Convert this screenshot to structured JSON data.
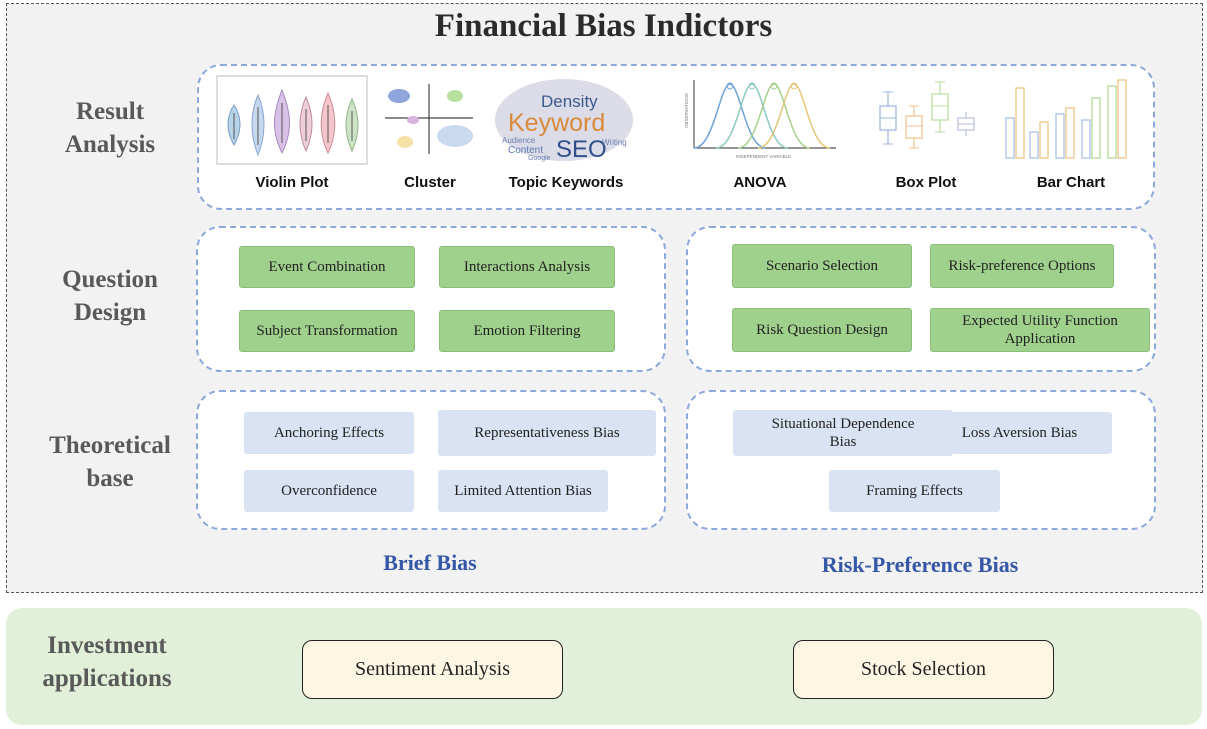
{
  "title": "Financial Bias Indictors",
  "rows": {
    "result": [
      "Result",
      "Analysis"
    ],
    "question": [
      "Question",
      "Design"
    ],
    "theory": [
      "Theoretical",
      "base"
    ]
  },
  "result_items": {
    "violin": "Violin Plot",
    "cluster": "Cluster",
    "keywords": "Topic Keywords",
    "anova": "ANOVA",
    "box": "Box Plot",
    "bar": "Bar Chart"
  },
  "wordcloud": {
    "density": "Density",
    "keyword": "Keyword",
    "seo": "SEO",
    "audience": "Audience",
    "content": "Content",
    "google": "Google",
    "writing": "Writing"
  },
  "anova_axes": {
    "x": "INDEPENDENT VARIABLE",
    "y": "OBSERVATIONS"
  },
  "question_left": [
    "Event Combination",
    "Interactions Analysis",
    "Subject Transformation",
    "Emotion Filtering"
  ],
  "question_right": [
    "Scenario Selection",
    "Risk-preference Options",
    "Risk Question Design",
    "Expected Utility Function Application"
  ],
  "theory_left": [
    "Anchoring Effects",
    "Representativeness Bias",
    "Overconfidence",
    "Limited Attention Bias"
  ],
  "theory_right": [
    "Situational Dependence Bias",
    "Loss Aversion Bias",
    "Framing Effects"
  ],
  "bias_labels": {
    "brief": "Brief Bias",
    "risk": "Risk-Preference Bias"
  },
  "investment": {
    "label": [
      "Investment",
      "applications"
    ],
    "apps": [
      "Sentiment Analysis",
      "Stock Selection"
    ]
  },
  "colors": {
    "green_box": "#9fd18d",
    "blue_box": "#dae3f3",
    "panel_border": "#8fa8dc",
    "bias_label": "#3557a8",
    "investment_bg": "#e2efd9",
    "app_box": "#fdf6e3"
  }
}
